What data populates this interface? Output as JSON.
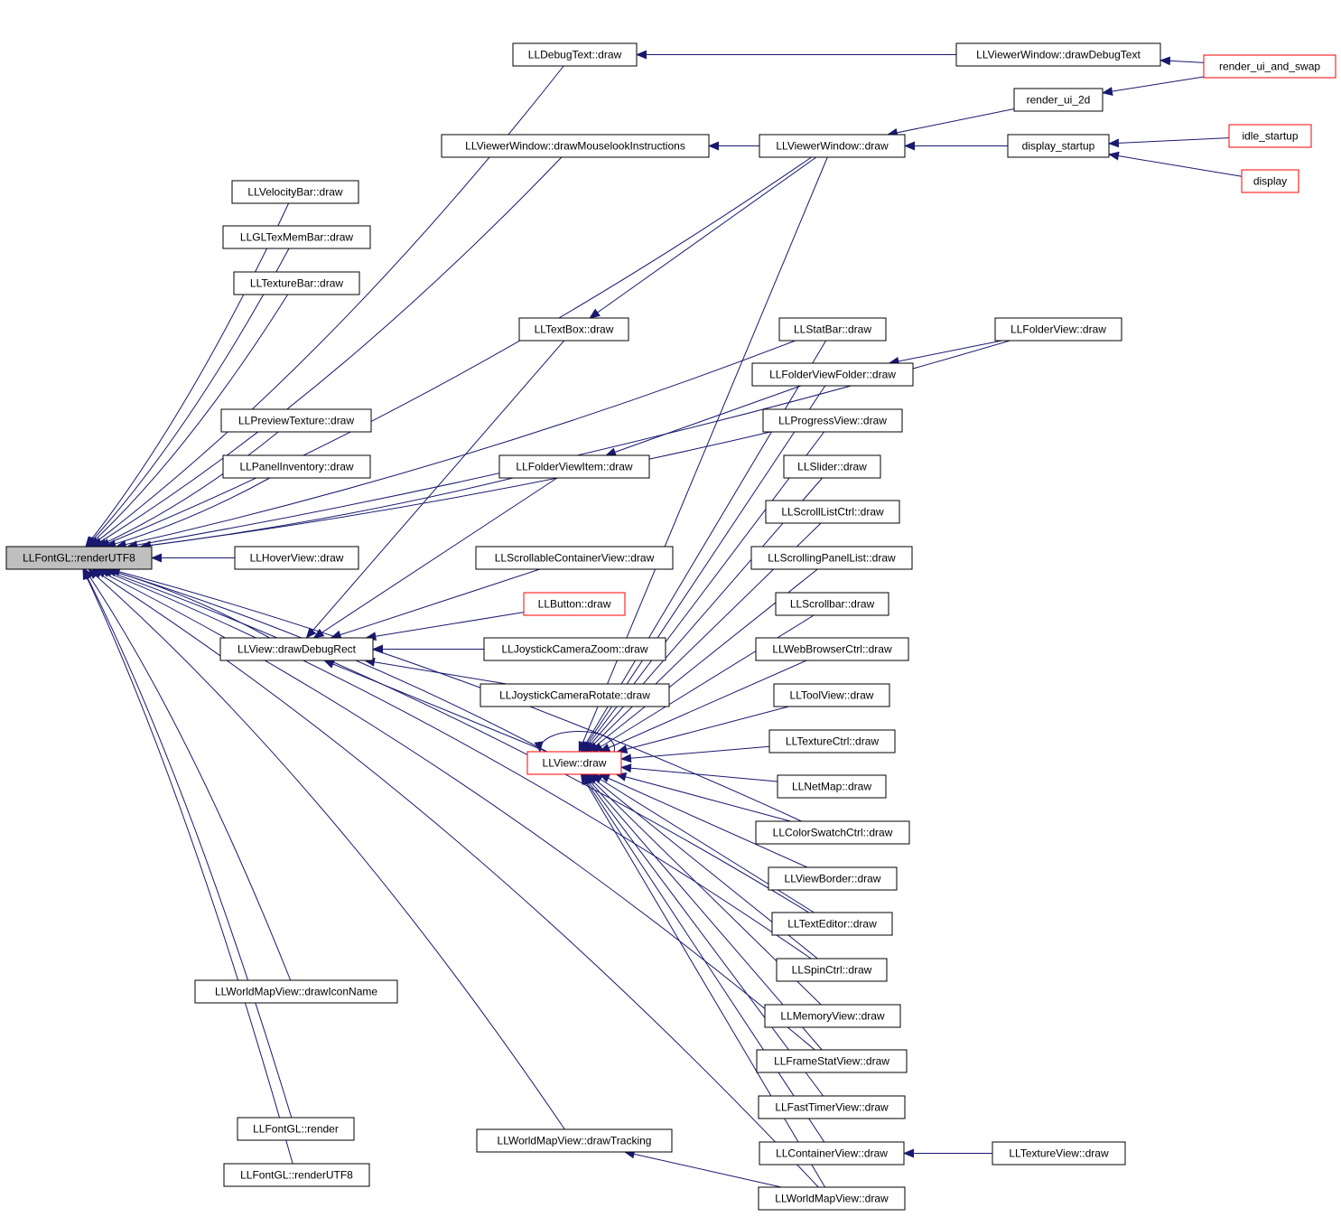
{
  "graph": {
    "edge_color": "#191970",
    "node_border": "#000000",
    "node_border_linked": "#ff0000",
    "node_fill": "#ffffff",
    "focus_fill": "#bfbfbf",
    "nodes": {
      "root": {
        "label": "LLFontGL::renderUTF8"
      },
      "debugtext": {
        "label": "LLDebugText::draw"
      },
      "vw_drawdebugtext": {
        "label": "LLViewerWindow::drawDebugText"
      },
      "render_ui_and_swap": {
        "label": "render_ui_and_swap"
      },
      "render_ui_2d": {
        "label": "render_ui_2d"
      },
      "vw_mouselook": {
        "label": "LLViewerWindow::drawMouselookInstructions"
      },
      "vw_draw": {
        "label": "LLViewerWindow::draw"
      },
      "display_startup": {
        "label": "display_startup"
      },
      "idle_startup": {
        "label": "idle_startup"
      },
      "display": {
        "label": "display"
      },
      "velocitybar": {
        "label": "LLVelocityBar::draw"
      },
      "gltexmembar": {
        "label": "LLGLTexMemBar::draw"
      },
      "texturebar": {
        "label": "LLTextureBar::draw"
      },
      "textbox": {
        "label": "LLTextBox::draw"
      },
      "statbar": {
        "label": "LLStatBar::draw"
      },
      "folderview": {
        "label": "LLFolderView::draw"
      },
      "folderviewfolder": {
        "label": "LLFolderViewFolder::draw"
      },
      "previewtexture": {
        "label": "LLPreviewTexture::draw"
      },
      "progressview": {
        "label": "LLProgressView::draw"
      },
      "panelinventory": {
        "label": "LLPanelInventory::draw"
      },
      "folderviewitem": {
        "label": "LLFolderViewItem::draw"
      },
      "slider": {
        "label": "LLSlider::draw"
      },
      "scrolllistctrl": {
        "label": "LLScrollListCtrl::draw"
      },
      "hoverview": {
        "label": "LLHoverView::draw"
      },
      "scrollablecontainer": {
        "label": "LLScrollableContainerView::draw"
      },
      "scrollingpanellist": {
        "label": "LLScrollingPanelList::draw"
      },
      "button": {
        "label": "LLButton::draw"
      },
      "scrollbar": {
        "label": "LLScrollbar::draw"
      },
      "drawdebugrect": {
        "label": "LLView::drawDebugRect"
      },
      "joyzoom": {
        "label": "LLJoystickCameraZoom::draw"
      },
      "webbrowser": {
        "label": "LLWebBrowserCtrl::draw"
      },
      "joyrotate": {
        "label": "LLJoystickCameraRotate::draw"
      },
      "toolview": {
        "label": "LLToolView::draw"
      },
      "texturectrl": {
        "label": "LLTextureCtrl::draw"
      },
      "view_draw": {
        "label": "LLView::draw"
      },
      "netmap": {
        "label": "LLNetMap::draw"
      },
      "colorswatch": {
        "label": "LLColorSwatchCtrl::draw"
      },
      "viewborder": {
        "label": "LLViewBorder::draw"
      },
      "texteditor": {
        "label": "LLTextEditor::draw"
      },
      "spinctrl": {
        "label": "LLSpinCtrl::draw"
      },
      "worldmap_drawiconname": {
        "label": "LLWorldMapView::drawIconName"
      },
      "memoryview": {
        "label": "LLMemoryView::draw"
      },
      "framestatview": {
        "label": "LLFrameStatView::draw"
      },
      "fasttimerview": {
        "label": "LLFastTimerView::draw"
      },
      "fontgl_render": {
        "label": "LLFontGL::render"
      },
      "worldmap_drawtracking": {
        "label": "LLWorldMapView::drawTracking"
      },
      "containerview": {
        "label": "LLContainerView::draw"
      },
      "textureview": {
        "label": "LLTextureView::draw"
      },
      "fontgl_renderutf8_2": {
        "label": "LLFontGL::renderUTF8"
      },
      "worldmapview_draw": {
        "label": "LLWorldMapView::draw"
      }
    },
    "edges": [
      [
        "root",
        "debugtext"
      ],
      [
        "root",
        "vw_draw"
      ],
      [
        "root",
        "vw_mouselook"
      ],
      [
        "root",
        "velocitybar"
      ],
      [
        "root",
        "gltexmembar"
      ],
      [
        "root",
        "texturebar"
      ],
      [
        "root",
        "folderview"
      ],
      [
        "root",
        "statbar"
      ],
      [
        "root",
        "previewtexture"
      ],
      [
        "root",
        "panelinventory"
      ],
      [
        "root",
        "folderviewitem"
      ],
      [
        "root",
        "hoverview"
      ],
      [
        "root",
        "progressview"
      ],
      [
        "root",
        "drawdebugrect"
      ],
      [
        "root",
        "view_draw"
      ],
      [
        "root",
        "colorswatch"
      ],
      [
        "root",
        "texteditor"
      ],
      [
        "root",
        "spinctrl"
      ],
      [
        "root",
        "worldmap_drawiconname"
      ],
      [
        "root",
        "framestatview"
      ],
      [
        "root",
        "worldmapview_draw"
      ],
      [
        "root",
        "worldmap_drawtracking"
      ],
      [
        "root",
        "fontgl_render"
      ],
      [
        "root",
        "fontgl_renderutf8_2"
      ],
      [
        "debugtext",
        "vw_drawdebugtext"
      ],
      [
        "vw_drawdebugtext",
        "render_ui_and_swap"
      ],
      [
        "render_ui_2d",
        "render_ui_and_swap"
      ],
      [
        "vw_draw",
        "render_ui_2d"
      ],
      [
        "vw_draw",
        "display_startup"
      ],
      [
        "display_startup",
        "idle_startup"
      ],
      [
        "display_startup",
        "display"
      ],
      [
        "vw_mouselook",
        "vw_draw"
      ],
      [
        "textbox",
        "vw_draw"
      ],
      [
        "folderviewfolder",
        "folderview"
      ],
      [
        "folderviewitem",
        "folderviewfolder"
      ],
      [
        "drawdebugrect",
        "textbox"
      ],
      [
        "drawdebugrect",
        "folderviewitem"
      ],
      [
        "drawdebugrect",
        "scrollablecontainer"
      ],
      [
        "drawdebugrect",
        "button"
      ],
      [
        "drawdebugrect",
        "joyzoom"
      ],
      [
        "drawdebugrect",
        "joyrotate"
      ],
      [
        "drawdebugrect",
        "view_draw"
      ],
      [
        "view_draw",
        "view_draw"
      ],
      [
        "view_draw",
        "vw_draw"
      ],
      [
        "view_draw",
        "statbar"
      ],
      [
        "view_draw",
        "folderviewfolder"
      ],
      [
        "view_draw",
        "progressview"
      ],
      [
        "view_draw",
        "slider"
      ],
      [
        "view_draw",
        "scrolllistctrl"
      ],
      [
        "view_draw",
        "scrollingpanellist"
      ],
      [
        "view_draw",
        "scrollbar"
      ],
      [
        "view_draw",
        "webbrowser"
      ],
      [
        "view_draw",
        "toolview"
      ],
      [
        "view_draw",
        "texturectrl"
      ],
      [
        "view_draw",
        "netmap"
      ],
      [
        "view_draw",
        "colorswatch"
      ],
      [
        "view_draw",
        "viewborder"
      ],
      [
        "view_draw",
        "texteditor"
      ],
      [
        "view_draw",
        "spinctrl"
      ],
      [
        "view_draw",
        "memoryview"
      ],
      [
        "view_draw",
        "framestatview"
      ],
      [
        "view_draw",
        "fasttimerview"
      ],
      [
        "view_draw",
        "containerview"
      ],
      [
        "view_draw",
        "worldmapview_draw"
      ],
      [
        "containerview",
        "textureview"
      ],
      [
        "worldmap_drawtracking",
        "worldmapview_draw"
      ]
    ]
  }
}
